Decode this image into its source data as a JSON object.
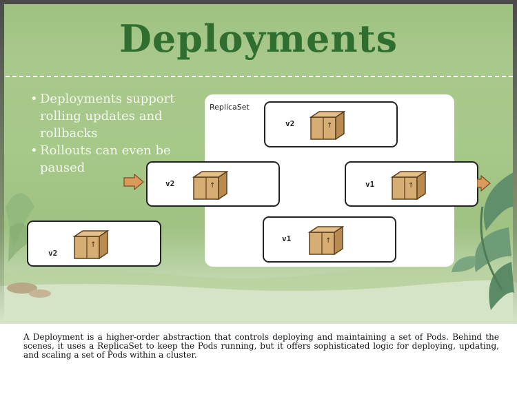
{
  "slide": {
    "title": "Deployments",
    "bullets": [
      "Deployments support rolling updates and rollbacks",
      "Rollouts can even be paused"
    ],
    "diagram": {
      "replicaset_label": "ReplicaSet",
      "pods": [
        {
          "id": "rs-top",
          "label": "v2"
        },
        {
          "id": "entering",
          "label": "v2"
        },
        {
          "id": "rs-right",
          "label": "v1"
        },
        {
          "id": "rs-bottom",
          "label": "v1"
        },
        {
          "id": "outside",
          "label": "v2"
        }
      ],
      "box_arrow_glyph": "↑"
    }
  },
  "caption": "A Deployment is a higher-order abstraction that controls deploying and maintaining a set of Pods. Behind the scenes, it uses a ReplicaSet to keep the Pods running, but it offers sophisticated logic for deploying, updating, and scaling a set of Pods within a cluster.",
  "colors": {
    "title": "#2f6e2f",
    "bullet_text": "#f2f7ec",
    "slide_green": "#a6c889",
    "box_fill": "#d6ad72",
    "arrow_fill": "#d99a5c"
  }
}
